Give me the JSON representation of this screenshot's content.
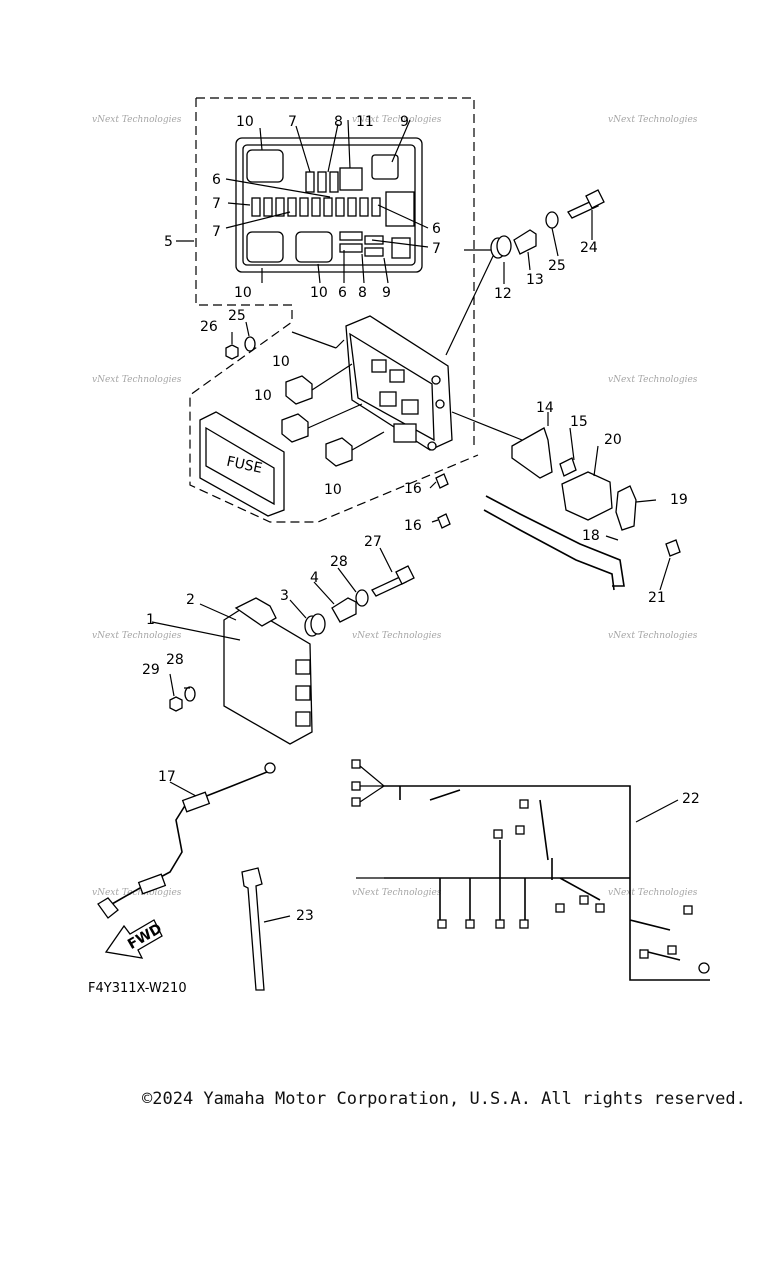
{
  "diagram": {
    "callouts": [
      "1",
      "2",
      "3",
      "4",
      "5",
      "6",
      "7",
      "8",
      "9",
      "10",
      "11",
      "12",
      "13",
      "14",
      "15",
      "16",
      "17",
      "18",
      "19",
      "20",
      "21",
      "22",
      "23",
      "24",
      "25",
      "26",
      "27",
      "28",
      "29"
    ],
    "drawing_code": "F4Y311X-W210",
    "fuse_label": "FUSE",
    "fwd_label": "FWD",
    "watermark": "vNext Technologies"
  },
  "footer": {
    "copyright": "©2024 Yamaha Motor Corporation, U.S.A. All rights reserved."
  }
}
